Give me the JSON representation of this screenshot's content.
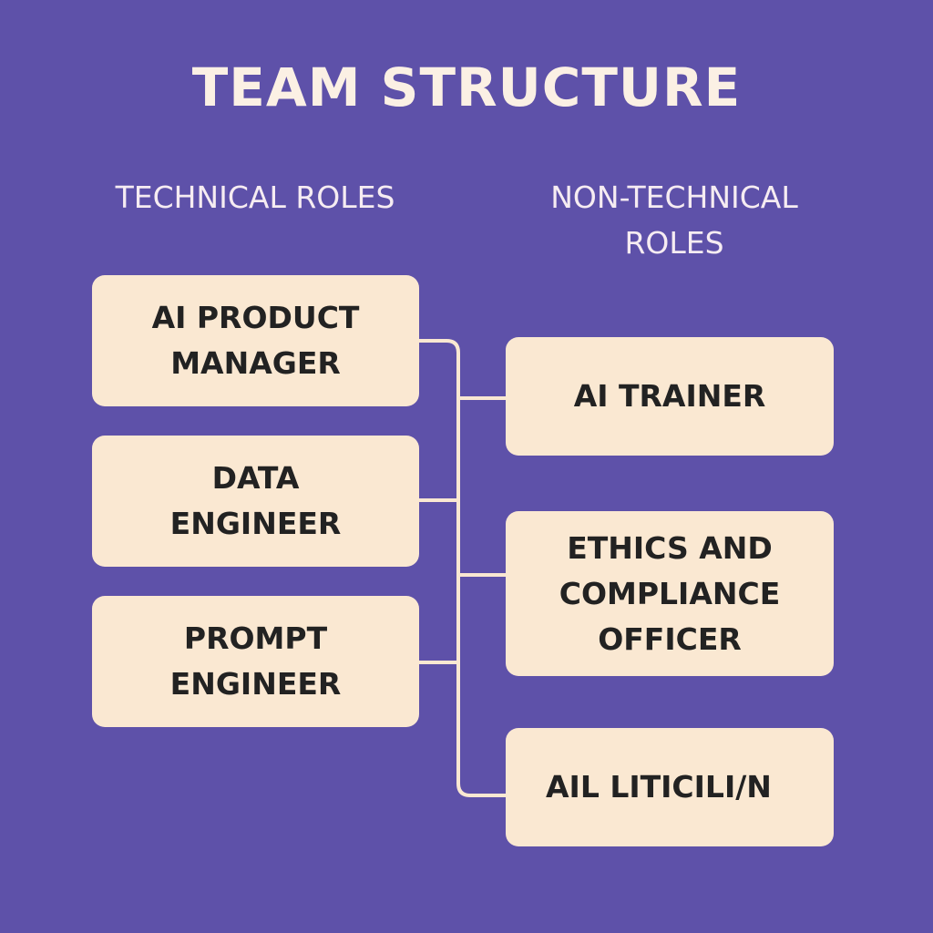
{
  "title": "TEAM STRUCTURE",
  "columns": {
    "technical": {
      "heading": "TECHNICAL ROLES",
      "roles": [
        "AI PRODUCT MANAGER",
        "DATA ENGINEER",
        "PROMPT ENGINEER"
      ]
    },
    "non_technical": {
      "heading": "NON-TECHNICAL ROLES",
      "roles": [
        "AI TRAINER",
        "ETHICS AND COMPLIANCE OFFICER",
        "AIL LITICILI/N"
      ]
    }
  },
  "colors": {
    "background": "#5e51a9",
    "box": "#fae8d2",
    "connector": "#fae8d2",
    "text": "#222222"
  }
}
